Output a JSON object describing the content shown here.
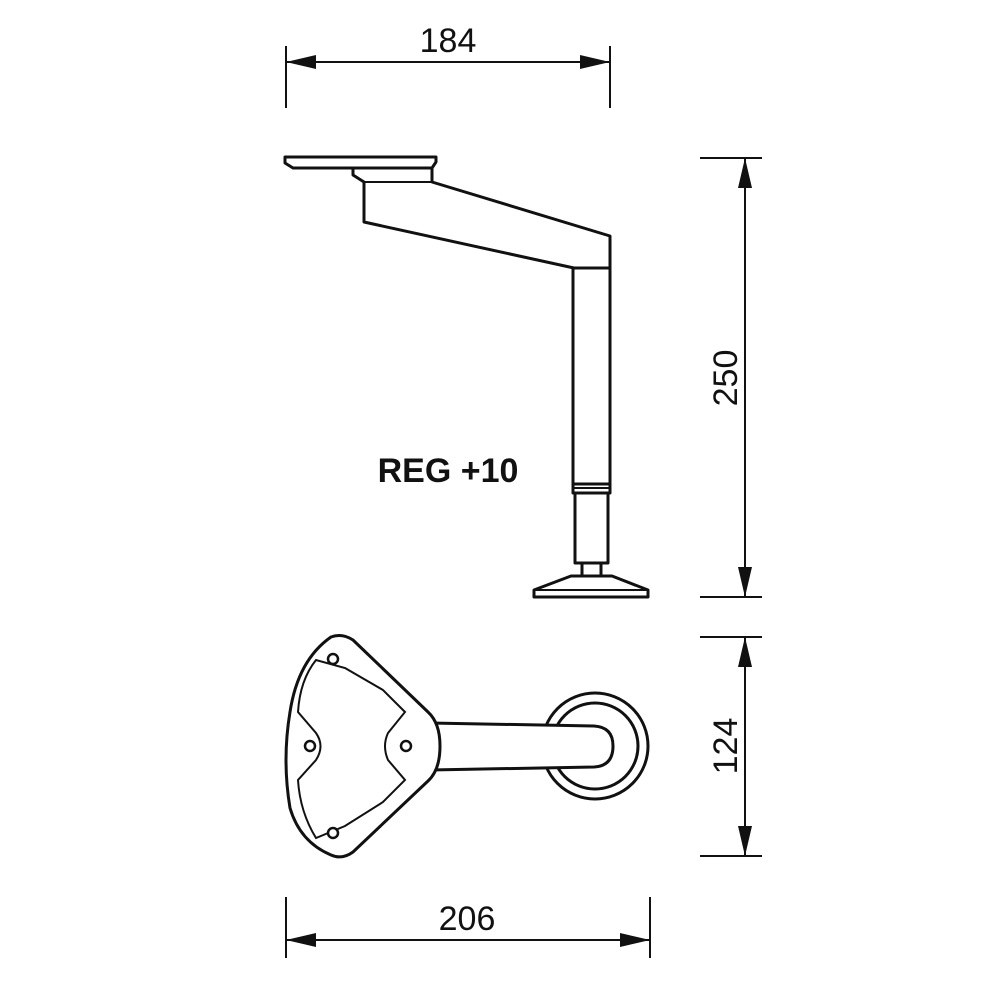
{
  "dimensions": {
    "top_width": "184",
    "height": "250",
    "base_depth": "124",
    "bottom_width": "206"
  },
  "label": "REG +10"
}
